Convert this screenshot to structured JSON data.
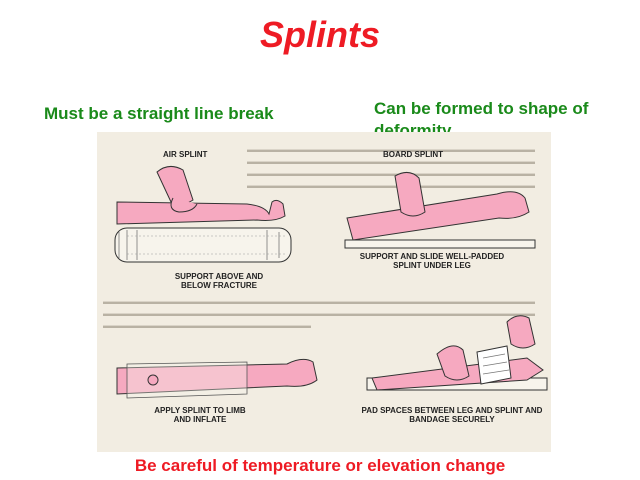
{
  "title": "Splints",
  "captions": {
    "left": "Must be a straight line break",
    "right": "Can be formed to shape of deformity",
    "bottom": "Be careful of temperature or elevation change"
  },
  "figure": {
    "air_splint": "AIR SPLINT",
    "board_splint": "BOARD SPLINT",
    "support_above_below": "SUPPORT ABOVE AND BELOW FRACTURE",
    "support_slide": "SUPPORT AND SLIDE WELL-PADDED SPLINT UNDER LEG",
    "apply_splint": "APPLY SPLINT TO LIMB AND INFLATE",
    "pad_spaces": "PAD SPACES BETWEEN LEG AND SPLINT AND BANDAGE SECURELY"
  },
  "colors": {
    "title": "#ee1b24",
    "green_caption": "#1a8a1a",
    "skin": "#f6a9c0",
    "panel": "#f2ede2"
  }
}
